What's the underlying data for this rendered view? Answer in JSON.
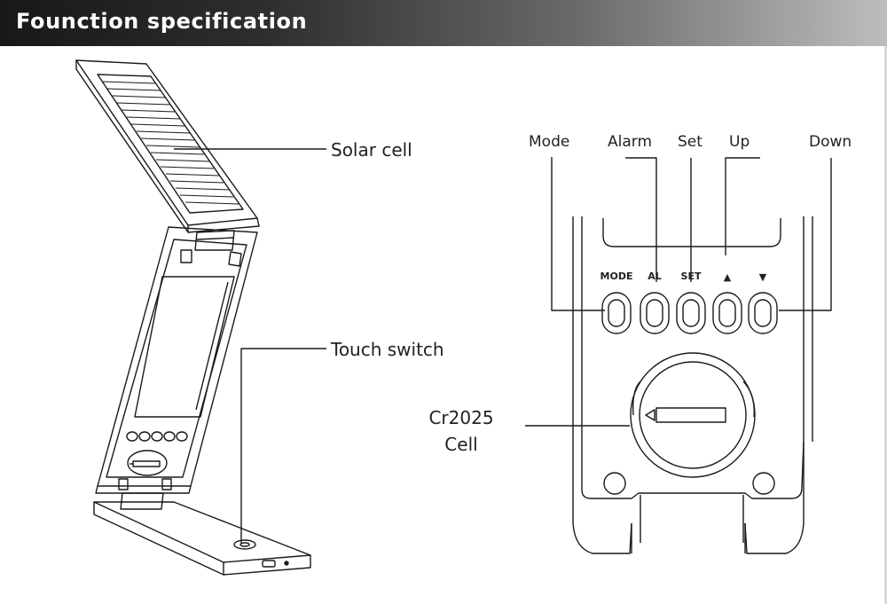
{
  "header": {
    "title": "Founction specification"
  },
  "labels": {
    "solar_cell": "Solar cell",
    "touch_switch": "Touch switch",
    "mode": "Mode",
    "alarm": "Alarm",
    "set": "Set",
    "up": "Up",
    "down": "Down",
    "battery_line1": "Cr2025",
    "battery_line2": "Cell"
  },
  "buttons": {
    "mode": "MODE",
    "al": "AL",
    "set": "SET",
    "up": "▲",
    "down": "▼"
  },
  "colors": {
    "line": "#1a1a1a",
    "header_dark": "#181818",
    "header_light": "#bdbdbd"
  }
}
